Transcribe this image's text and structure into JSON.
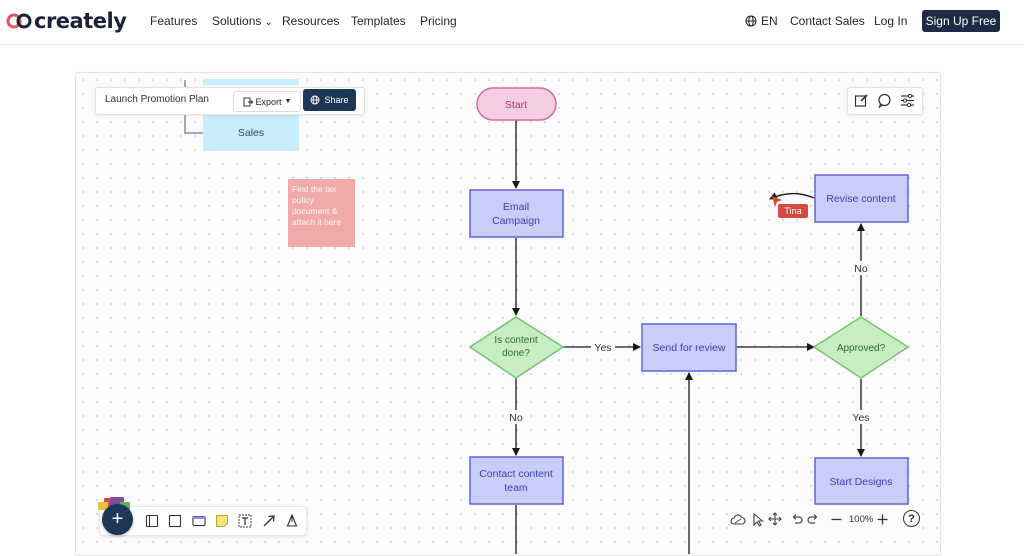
{
  "nav": {
    "logo_text": "creately",
    "links": [
      "Features",
      "Solutions",
      "Resources",
      "Templates",
      "Pricing"
    ],
    "lang": "EN",
    "contact": "Contact Sales",
    "login": "Log In",
    "signup": "Sign Up Free"
  },
  "doc_toolbar": {
    "title": "Launch Promotion Plan",
    "export_label": "Export",
    "share_label": "Share"
  },
  "board": {
    "sales_label": "Sales",
    "sticky_note": "Find the tax policy document & attach it here",
    "collaborator": "Tina"
  },
  "flow": {
    "start": "Start",
    "email_campaign": [
      "Email",
      "Campaign"
    ],
    "is_content_done": [
      "Is content",
      "done?"
    ],
    "send_for_review": "Send for review",
    "approved": "Approved?",
    "revise_content": "Revise content",
    "contact_content_team": [
      "Contact content",
      "team"
    ],
    "start_designs": "Start Designs",
    "yes_label": "Yes",
    "no_label": "No"
  },
  "zoom": {
    "level": "100%",
    "help": "?"
  },
  "colors": {
    "nav_dark": "#1d2c44",
    "share_btn": "#1d3856",
    "process_fill": "#c9cdf9",
    "process_stroke": "#6264d6",
    "process_text": "#3b3fb9",
    "decision_fill": "#c8edc4",
    "decision_stroke": "#76c46d",
    "start_fill": "#f5cde0",
    "start_stroke": "#d36ca0",
    "sales_fill": "#c8eefb",
    "sticky_fill": "#f0aaaa",
    "tina_tag": "#d64a3f"
  }
}
